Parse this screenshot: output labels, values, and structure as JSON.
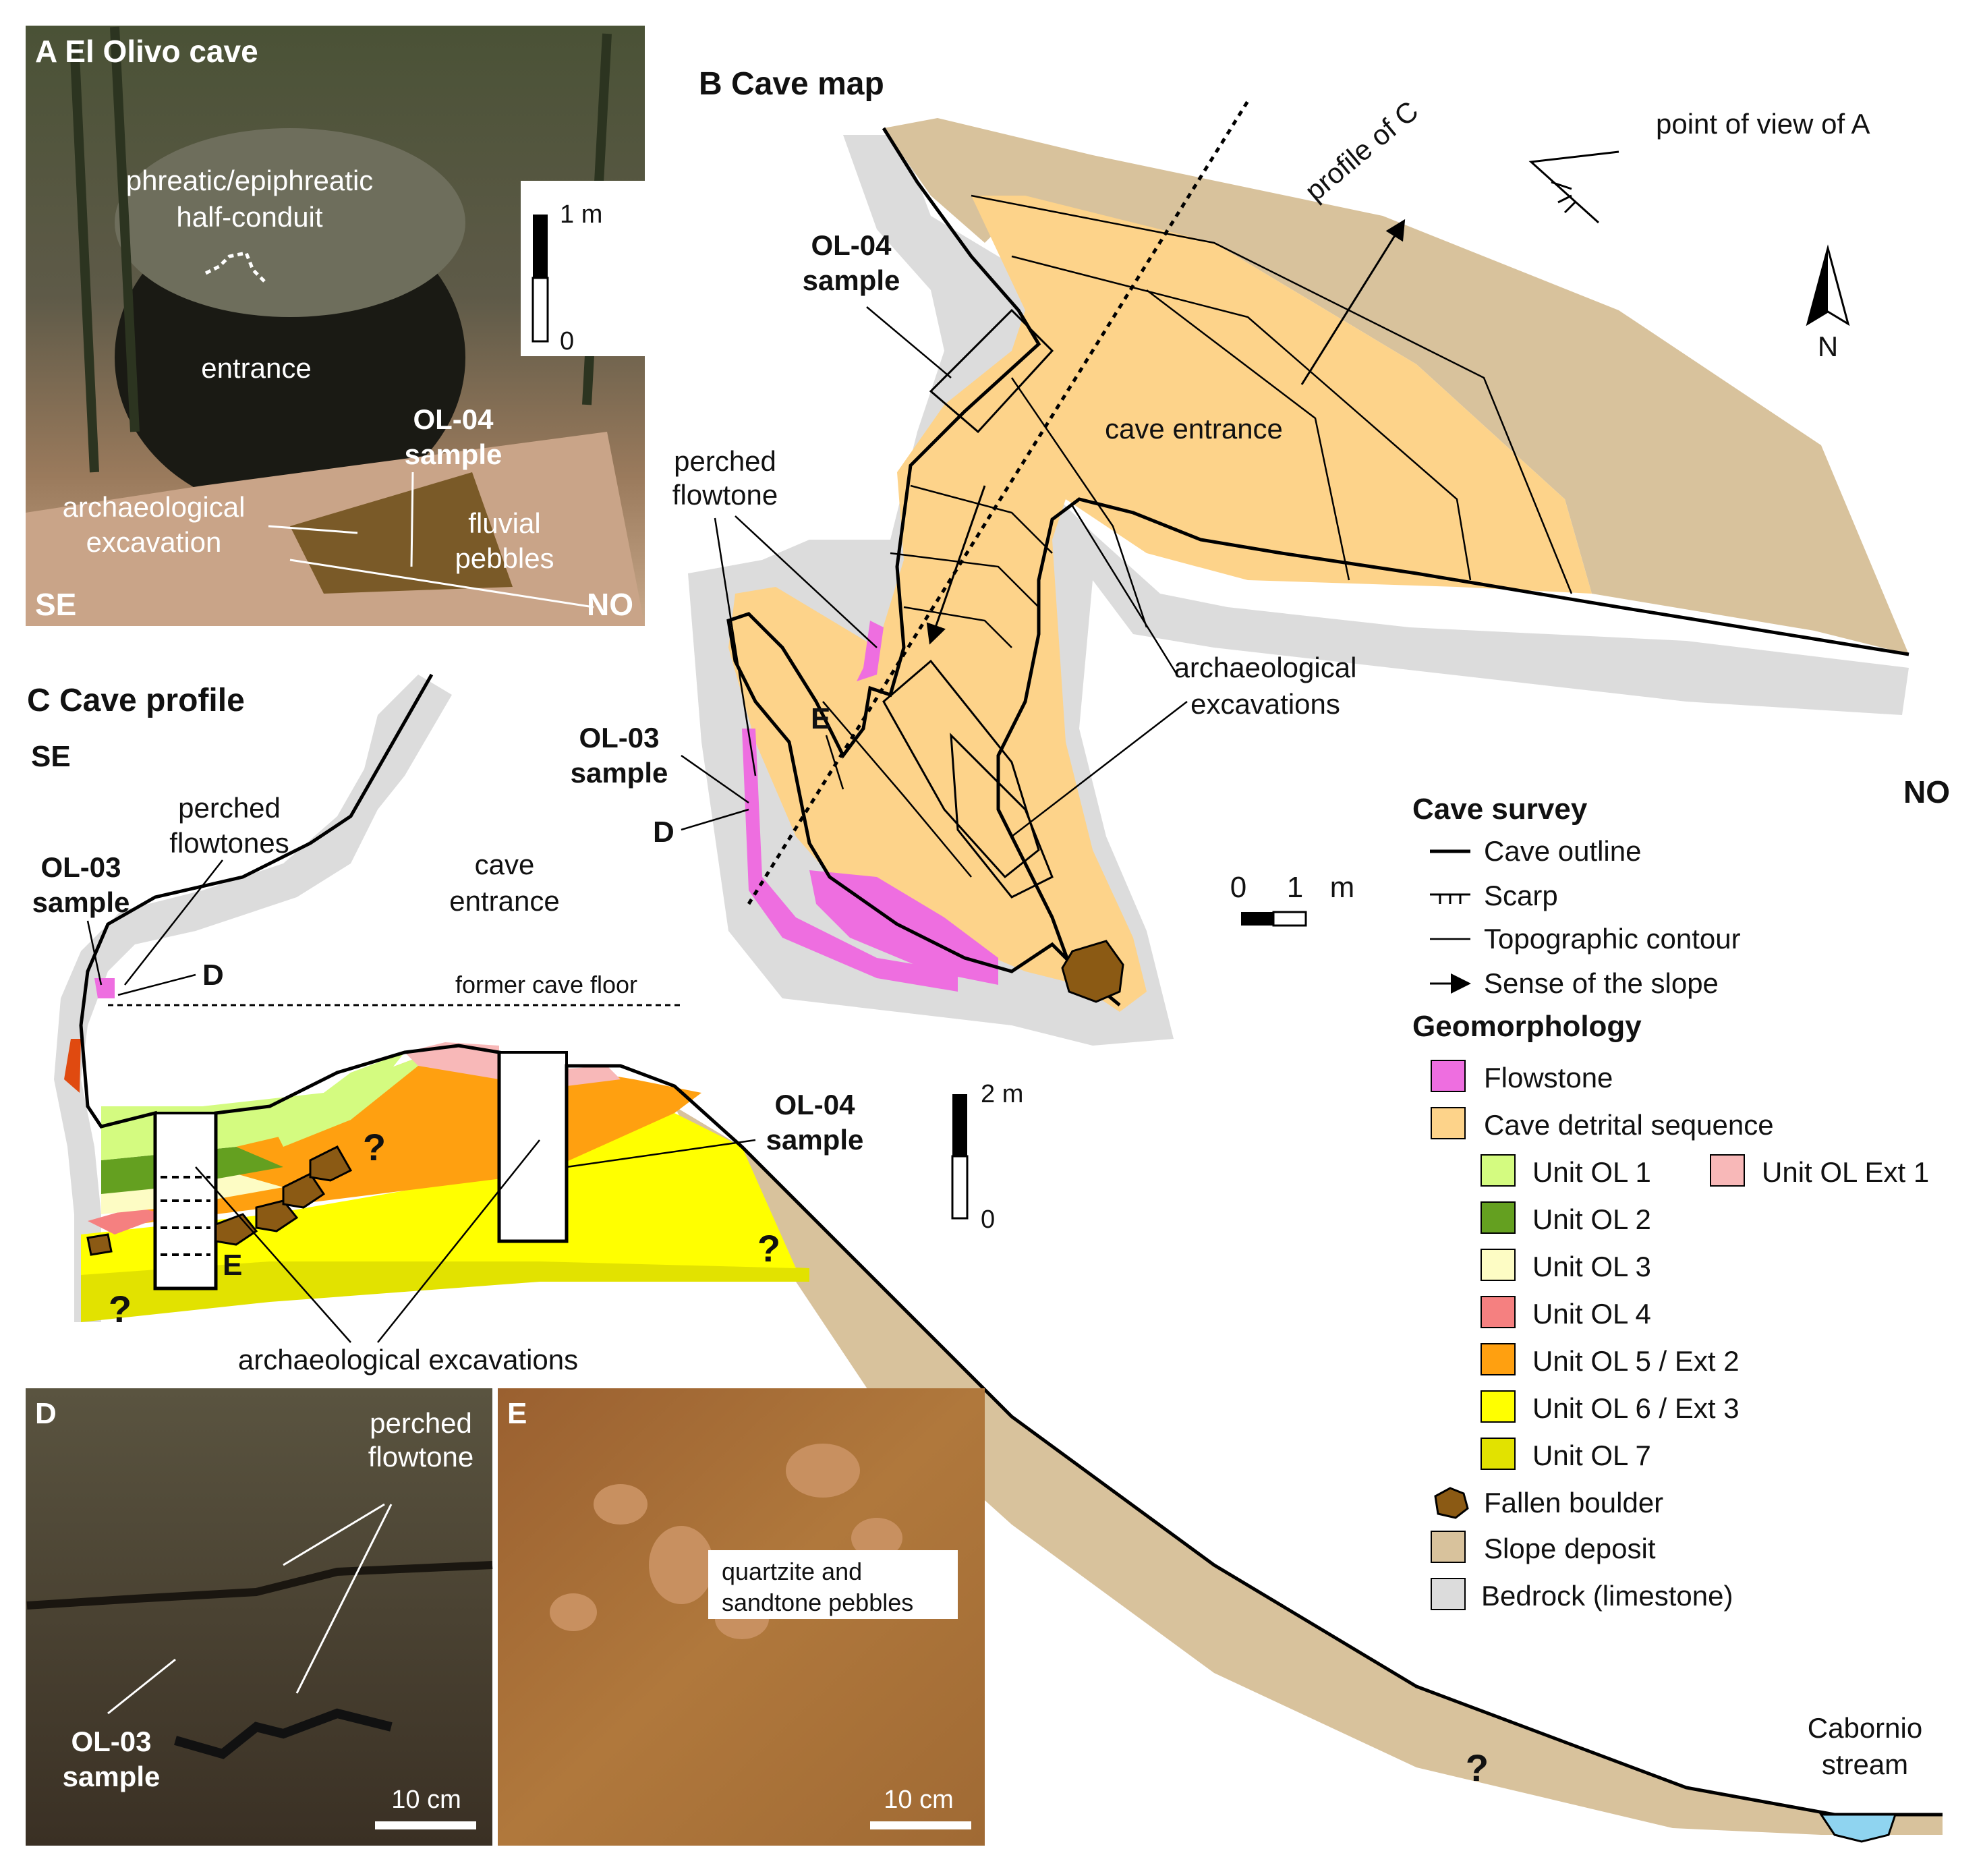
{
  "panel_a": {
    "title": "A El Olivo cave",
    "conduit_label_1": "phreatic/epiphreatic",
    "conduit_label_2": "half-conduit",
    "entrance": "entrance",
    "sample_1": "OL-04",
    "sample_2": "sample",
    "excavation_1": "archaeological",
    "excavation_2": "excavation",
    "pebbles_1": "fluvial",
    "pebbles_2": "pebbles",
    "se": "SE",
    "no": "NO",
    "scale_top": "1 m",
    "scale_bottom": "0"
  },
  "panel_b": {
    "title": "B Cave map",
    "profile_label": "profile of C",
    "view_label": "point of view of A",
    "north": "N",
    "ol04_1": "OL-04",
    "ol04_2": "sample",
    "flowtone_1": "perched",
    "flowtone_2": "flowtone",
    "cave_entrance": "cave entrance",
    "excav_1": "archaeological",
    "excav_2": "excavations",
    "ol03_1": "OL-03",
    "ol03_2": "sample",
    "d": "D",
    "e": "E",
    "no": "NO",
    "scale_0": "0",
    "scale_1": "1",
    "scale_m": "m"
  },
  "panel_c": {
    "title": "C Cave profile",
    "se": "SE",
    "flowtones_1": "perched",
    "flowtones_2": "flowtones",
    "ol03_1": "OL-03",
    "ol03_2": "sample",
    "d": "D",
    "cave_entrance_1": "cave",
    "cave_entrance_2": "entrance",
    "former_floor": "former cave floor",
    "ol04_1": "OL-04",
    "ol04_2": "sample",
    "e": "E",
    "question": "?",
    "excavations": "archaeological excavations",
    "scale_top": "2 m",
    "scale_bottom": "0",
    "stream_1": "Cabornio",
    "stream_2": "stream"
  },
  "panel_d": {
    "label": "D",
    "flowtone_1": "perched",
    "flowtone_2": "flowtone",
    "sample_1": "OL-03",
    "sample_2": "sample",
    "scale": "10 cm"
  },
  "panel_e": {
    "label": "E",
    "pebbles_1": "quartzite and",
    "pebbles_2": "sandtone pebbles",
    "scale": "10 cm"
  },
  "legend": {
    "survey_title": "Cave survey",
    "survey": [
      "Cave outline",
      "Scarp",
      "Topographic contour",
      "Sense of the slope"
    ],
    "geo_title": "Geomorphology",
    "items": [
      {
        "label": "Flowstone",
        "color": "#ee6ee0"
      },
      {
        "label": "Cave detrital sequence",
        "color": "#fdd38a"
      },
      {
        "label": "Unit OL 1",
        "color": "#d4fb80"
      },
      {
        "label": "Unit OL 2",
        "color": "#64a020"
      },
      {
        "label": "Unit OL 3",
        "color": "#fdfcc4"
      },
      {
        "label": "Unit OL 4",
        "color": "#f58080"
      },
      {
        "label": "Unit OL 5 / Ext 2",
        "color": "#ffa010"
      },
      {
        "label": "Unit OL 6 / Ext 3",
        "color": "#ffff00"
      },
      {
        "label": "Unit OL 7",
        "color": "#e2e200"
      },
      {
        "label": "Fallen boulder",
        "color": "#8b5a14"
      },
      {
        "label": "Slope deposit",
        "color": "#d8c29c"
      },
      {
        "label": "Bedrock (limestone)",
        "color": "#dcdcdc"
      }
    ],
    "ext1": {
      "label": "Unit OL Ext 1",
      "color": "#f8b8b8"
    }
  },
  "colors": {
    "bedrock": "#dcdcdc",
    "slope": "#d8c29c",
    "detrital": "#fdd38a",
    "flowstone": "#ee6ee0",
    "water": "#8fd4f0"
  }
}
